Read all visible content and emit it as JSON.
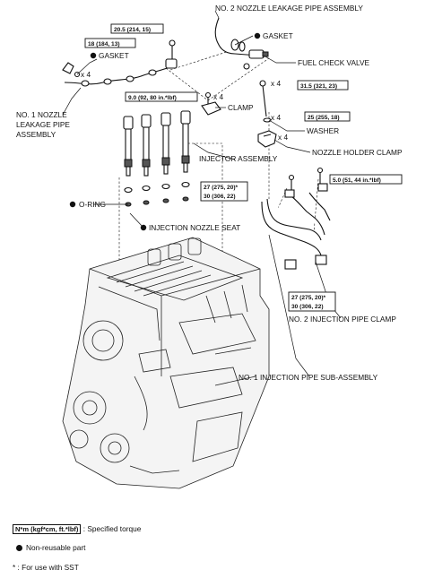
{
  "callouts": {
    "nozzle2_pipe": "NO. 2 NOZZLE LEAKAGE PIPE ASSEMBLY",
    "gasket_right": "GASKET",
    "fuel_check_valve": "FUEL CHECK VALVE",
    "gasket_left": "GASKET",
    "nozzle1_line1": "NO. 1 NOZZLE",
    "nozzle1_line2": "LEAKAGE PIPE",
    "nozzle1_line3": "ASSEMBLY",
    "clamp": "CLAMP",
    "washer": "WASHER",
    "nozzle_holder_clamp": "NOZZLE HOLDER CLAMP",
    "injector_assembly": "INJECTOR ASSEMBLY",
    "o_ring": "O-RING",
    "injection_nozzle_seat": "INJECTION NOZZLE SEAT",
    "injection_pipe_clamp2": "NO. 2 INJECTION PIPE CLAMP",
    "injection_pipe1": "NO. 1 INJECTION PIPE SUB-ASSEMBLY"
  },
  "torques": {
    "t1": "20.5 (214, 15)",
    "t2": "18 (184, 13)",
    "t3": "31.5 (321, 23)",
    "t4": "9.0 (92, 80 in.*lbf)",
    "t5": "25 (255, 18)",
    "t6": "5.0 (51, 44 in.*lbf)",
    "t7a": "27 (275, 20)*",
    "t7b": "30 (306, 22)",
    "t8a": "27 (275, 20)*",
    "t8b": "30 (306, 22)"
  },
  "quantities": {
    "q1": "x 4",
    "q2": "x 4",
    "q3": "x 4",
    "q4": "x 4",
    "q5": "x 4"
  },
  "legend": {
    "torque_box": "N*m (kgf*cm, ft.*lbf)",
    "torque_text": ": Specified torque",
    "nonreusable": "Non-reusable part",
    "sst": "* : For use with SST"
  }
}
